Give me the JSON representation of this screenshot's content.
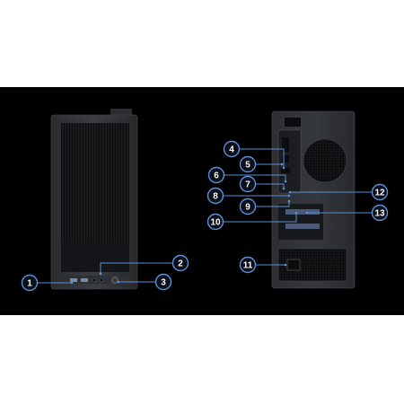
{
  "figure": {
    "accent_color": "#5b8fd6",
    "background_color": "#000000",
    "callouts": [
      {
        "label": "1"
      },
      {
        "label": "2"
      },
      {
        "label": "3"
      },
      {
        "label": "4"
      },
      {
        "label": "5"
      },
      {
        "label": "6"
      },
      {
        "label": "7"
      },
      {
        "label": "8"
      },
      {
        "label": "9"
      },
      {
        "label": "10"
      },
      {
        "label": "11"
      },
      {
        "label": "12"
      },
      {
        "label": "13"
      }
    ]
  }
}
